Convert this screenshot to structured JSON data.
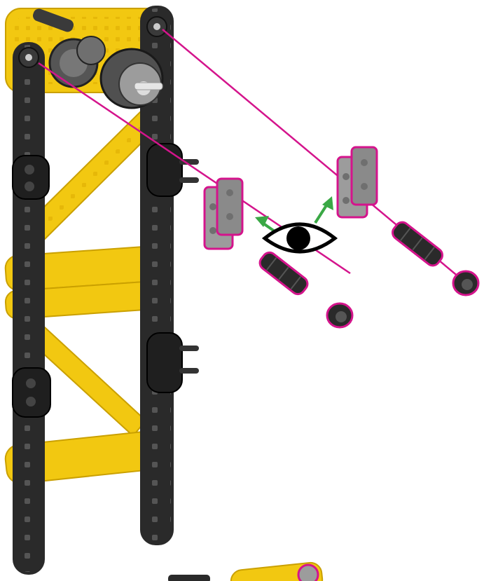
{
  "diagram": {
    "kind": "assembly-instruction-step",
    "colors": {
      "frame_yellow": "#f2c811",
      "frame_yellow_dark": "#d9a800",
      "beam_black": "#2a2a2a",
      "beam_black_light": "#4a4a4a",
      "part_gray": "#9c9c9c",
      "part_gray_dark": "#6f6f6f",
      "highlight_magenta": "#d4148c",
      "arrow_green": "#3aa845",
      "eye_black": "#000000"
    },
    "icons": [
      "eye-icon",
      "arrow-up-right-icon"
    ],
    "parts": [
      "corner-connector",
      "shaft",
      "shaft-collar",
      "gear",
      "wheel-hub",
      "standoff"
    ]
  }
}
